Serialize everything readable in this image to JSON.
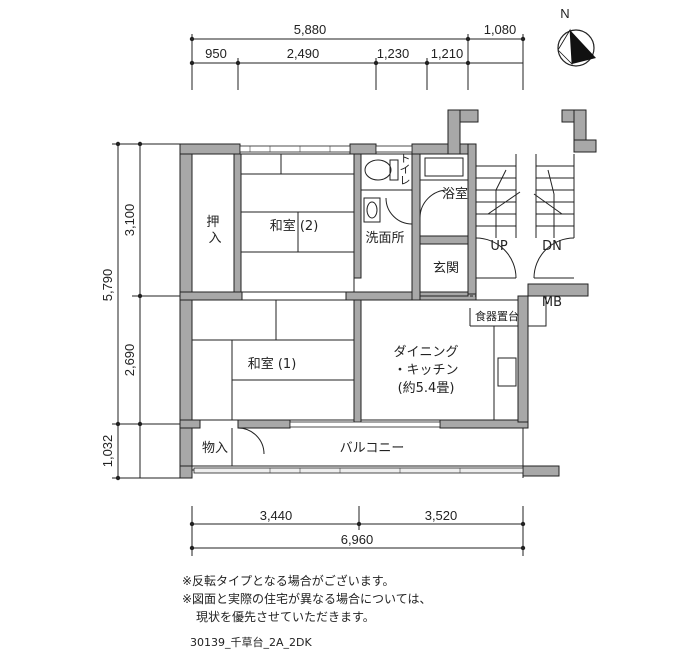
{
  "dimensions": {
    "top_overall": "5,880",
    "top_right": "1,080",
    "top_parts": [
      "950",
      "2,490",
      "1,230",
      "1,210"
    ],
    "left_overall": "5,790",
    "left_parts": [
      "3,100",
      "2,690"
    ],
    "left_bottom": "1,032",
    "bottom_parts": [
      "3,440",
      "3,520"
    ],
    "bottom_overall": "6,960"
  },
  "compass": {
    "label": "N",
    "icon": "north-arrow-icon"
  },
  "rooms": {
    "oshiire": "押入",
    "washitsu2": "和室 (2)",
    "washitsu1": "和室 (1)",
    "toilet": "トイレ",
    "bath": "浴室",
    "washroom": "洗面所",
    "entrance": "玄関",
    "cupboard": "食器置台",
    "mb": "MB",
    "dining_1": "ダイニング",
    "dining_2": "・キッチン",
    "dining_3": "(約5.4畳)",
    "storage": "物入",
    "balcony": "バルコニー",
    "up": "UP",
    "dn": "DN"
  },
  "notes": [
    "※反転タイプとなる場合がございます。",
    "※図面と実際の住宅が異なる場合については、",
    "現状を優先させていただきます。"
  ],
  "code": "30139_千草台_2A_2DK"
}
